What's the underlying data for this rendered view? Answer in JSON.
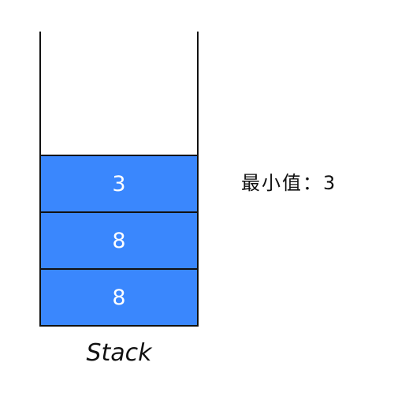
{
  "stack": {
    "items": [
      "3",
      "8",
      "8"
    ],
    "caption": "Stack",
    "fill_color": "#3a87fd"
  },
  "min_label": "最小值：3"
}
